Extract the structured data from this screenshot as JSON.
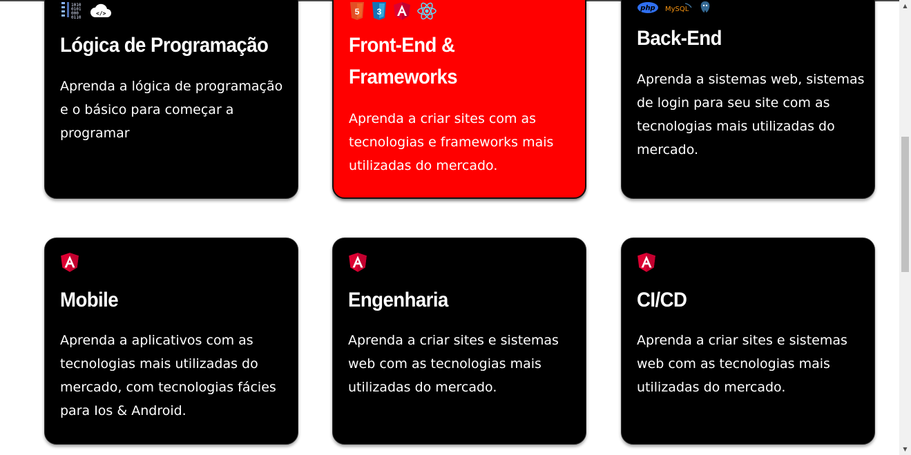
{
  "cards": [
    {
      "title": "Lógica de Programação",
      "description": "Aprenda a lógica de programação e o básico para começar a programar",
      "icons": [
        "binary-code-icon",
        "cloud-code-icon"
      ]
    },
    {
      "title": "Front-End & Frameworks",
      "description": "Aprenda a criar sites com as tecnologias e frameworks mais utilizadas do mercado.",
      "icons": [
        "html5-icon",
        "css3-icon",
        "angular-icon",
        "react-icon"
      ],
      "active": true
    },
    {
      "title": "Back-End",
      "description": "Aprenda a sistemas web, sistemas de login para seu site com as tecnologias mais utilizadas do mercado.",
      "icons": [
        "php-icon",
        "mysql-icon",
        "postgresql-icon"
      ],
      "icon_text": {
        "php": "php",
        "mysql": "MySQL"
      }
    },
    {
      "title": "Mobile",
      "description": "Aprenda a aplicativos com as tecnologias mais utilizadas do mercado, com tecnologias fácies para Ios & Android.",
      "icons": [
        "angular-icon"
      ]
    },
    {
      "title": "Engenharia",
      "description": "Aprenda a criar sites e sistemas web com as tecnologias mais utilizadas do mercado.",
      "icons": [
        "angular-icon"
      ]
    },
    {
      "title": "CI/CD",
      "description": "Aprenda a criar sites e sistemas web com as tecnologias mais utilizadas do mercado.",
      "icons": [
        "angular-icon"
      ]
    }
  ],
  "colors": {
    "card_background": "#000000",
    "card_active_background": "#ff0000",
    "text": "#ffffff",
    "angular": "#dd0031",
    "html5": "#e34f26",
    "css3": "#1572b6",
    "react": "#61dafb",
    "php": "#4f5b93"
  }
}
